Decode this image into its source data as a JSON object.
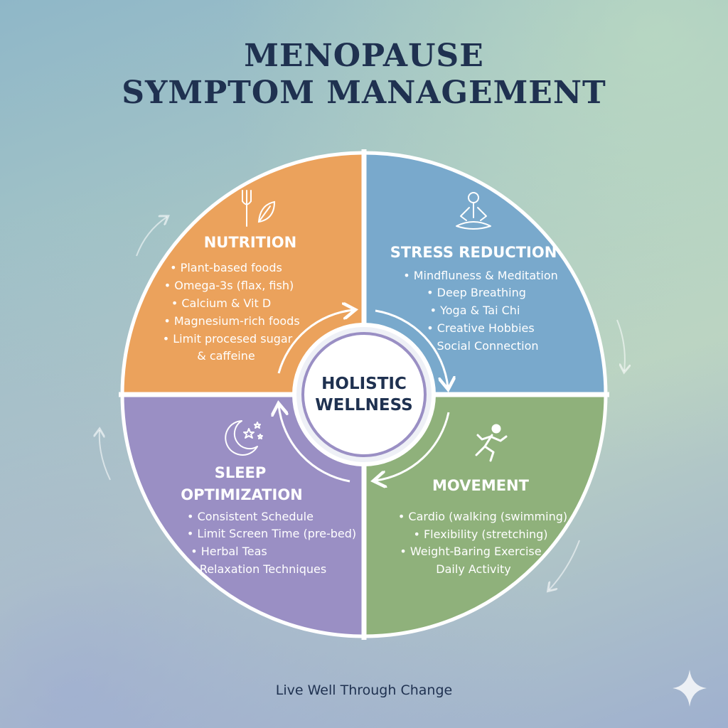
{
  "title": {
    "line1": "MENOPAUSE",
    "line2": "SYMPTOM MANAGEMENT"
  },
  "center": {
    "line1": "HOLISTIC",
    "line2": "WELLNESS"
  },
  "quadrants": {
    "nutrition": {
      "title": "NUTRITION",
      "color": "#eba25c",
      "icon": "fork-leaf-icon",
      "items": [
        "• Plant-based foods",
        "• Omega-3s (flax, fish)",
        "• Calcium & Vit D",
        "• Magnesium-rich foods",
        "• Limit procesed sugar",
        "& caffeine"
      ]
    },
    "stress": {
      "title": "STRESS REDUCTION",
      "color": "#79a9cc",
      "icon": "meditation-icon",
      "items": [
        "• Mindfluness & Meditation",
        "• Deep Breathing",
        "• Yoga & Tai Chi",
        "• Creative Hobbies",
        "Social Connection"
      ]
    },
    "sleep": {
      "title_line1": "SLEEP",
      "title_line2": "OPTIMIZATION",
      "color": "#9a8fc4",
      "icon": "moon-stars-icon",
      "items": [
        "• Consistent Schedule",
        "• Limit Screen Time (pre-bed)",
        "• Herbal Teas",
        "Relaxation Techniques"
      ]
    },
    "movement": {
      "title": "MOVEMENT",
      "color": "#8fb17b",
      "icon": "running-person-icon",
      "items": [
        "• Cardio (walking (swimming)",
        "• Flexibility (stretching)",
        "• Weight-Baring Exercise",
        "Daily Activity"
      ]
    }
  },
  "footer": "Live Well Through Change"
}
